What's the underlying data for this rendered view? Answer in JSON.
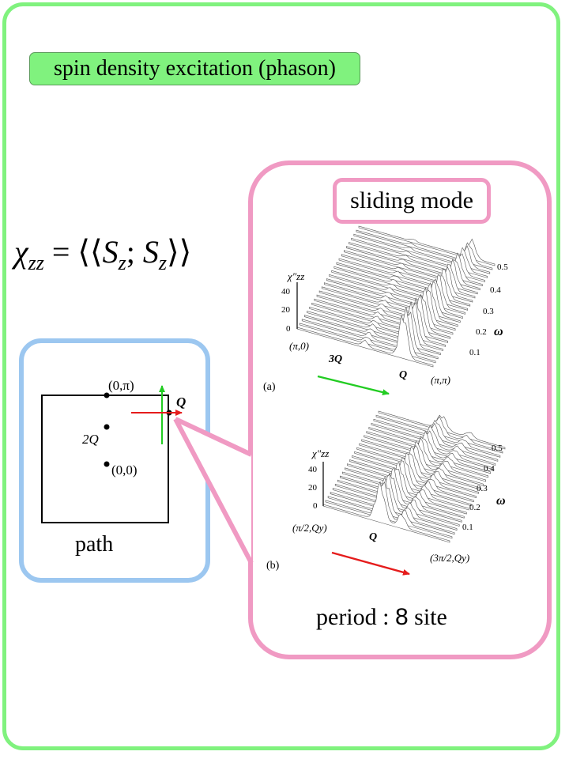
{
  "title": "spin density excitation (phason)",
  "formula": {
    "chi": "χ",
    "chi_sub": "zz",
    "equals": " = ⟨⟨",
    "s1": "S",
    "s1_sub": "z",
    "sep": "; ",
    "s2": "S",
    "s2_sub": "z",
    "close": "⟩⟩"
  },
  "sliding_label": "sliding mode",
  "period": {
    "prefix": "period : ",
    "number": "8",
    "suffix": " site"
  },
  "path_diagram": {
    "label": "path",
    "points": {
      "top": "(0,π)",
      "q": "Q",
      "two_q": "2Q",
      "origin": "(0,0)"
    }
  },
  "plot_a": {
    "panel": "(a)",
    "y_label": "χ″zz",
    "y_ticks": [
      "40",
      "20",
      "0"
    ],
    "w_ticks": [
      "0.5",
      "0.4",
      "0.3",
      "0.2",
      "0.1"
    ],
    "w_label": "ω",
    "x_labels": [
      "(π,0)",
      "3Q",
      "Q",
      "(π,π)"
    ],
    "arrow_color": "#22cc22"
  },
  "plot_b": {
    "panel": "(b)",
    "y_label": "χ″zz",
    "y_ticks": [
      "40",
      "20",
      "0"
    ],
    "w_ticks": [
      "0.5",
      "0.4",
      "0.3",
      "0.2",
      "0.1"
    ],
    "w_label": "ω",
    "x_labels": [
      "(π/2,Qy)",
      "Q",
      "(3π/2,Qy)"
    ],
    "arrow_color": "#e51c1c"
  },
  "colors": {
    "frame": "#80f27e",
    "pink": "#f09ac3",
    "blue": "#9cc7f0",
    "green_arrow": "#22cc22",
    "red_arrow": "#e51c1c"
  }
}
